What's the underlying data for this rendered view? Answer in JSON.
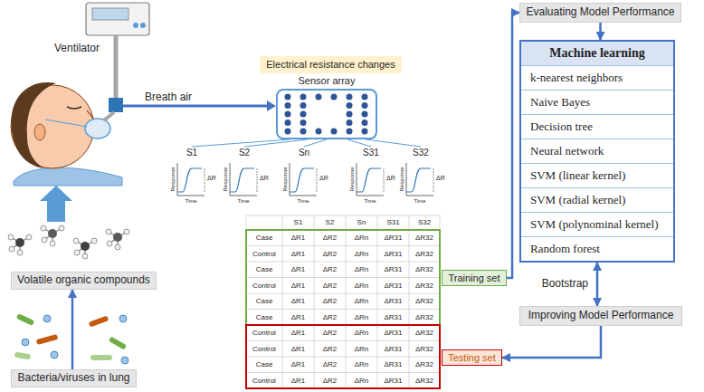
{
  "diagram": {
    "nodes": [
      {
        "text": [
          "Electrical resistance changes"
        ]
      },
      {
        "text": [
          "Sensor array"
        ]
      },
      {
        "text": [
          "Training set"
        ]
      },
      {
        "text": [
          "Testing set"
        ]
      },
      {
        "text": [
          "Evaluating Model Performance"
        ]
      },
      {
        "text": [
          "Machine learning",
          "k-nearest neighbors",
          "Naive Bayes",
          "Decision tree",
          "Neural network",
          "SVM (linear kernel)",
          "SVM (radial kernel)",
          "SVM (polynominal kernel)",
          "Random forest"
        ]
      },
      {
        "text": [
          "Improving Model Performance"
        ]
      },
      {
        "text": [
          "Volatile organic compounds"
        ]
      },
      {
        "text": [
          "Bacteria/viruses in lung"
        ]
      }
    ],
    "edges": [
      {
        "from": 2,
        "to": 4,
        "arrow": "to"
      },
      {
        "from": 4,
        "to": 5,
        "arrow": "to"
      },
      {
        "from": 5,
        "to": 6,
        "arrow": "both",
        "label": "Bootstrap"
      },
      {
        "from": 6,
        "to": 3,
        "arrow": "to"
      },
      {
        "from": 8,
        "to": 7,
        "arrow": "to"
      }
    ],
    "labels": [
      "Ventilator",
      "Breath air",
      "S1",
      "S2",
      "Sn",
      "S31",
      "S32",
      "Response",
      "Time",
      "ΔR",
      "Response",
      "Time",
      "ΔR",
      "Response",
      "Time",
      "ΔR",
      "Response",
      "Time",
      "ΔR",
      "Response",
      "Time",
      "ΔR",
      "S1",
      "S2",
      "Sn",
      "S31",
      "S32",
      "Case",
      "ΔR1",
      "ΔR2",
      "ΔRn",
      "ΔR31",
      "ΔR32",
      "Control",
      "ΔR1",
      "ΔR2",
      "ΔRn",
      "ΔR31",
      "ΔR32",
      "Case",
      "ΔR1",
      "ΔR2",
      "ΔRn",
      "ΔR31",
      "ΔR32",
      "Control",
      "ΔR1",
      "ΔR2",
      "ΔRn",
      "ΔR31",
      "ΔR32",
      "Case",
      "ΔR1",
      "ΔR2",
      "ΔRn",
      "ΔR31",
      "ΔR32",
      "Case",
      "ΔR1",
      "ΔR2",
      "ΔRn",
      "ΔR31",
      "ΔR32",
      "Control",
      "ΔR1",
      "ΔR2",
      "ΔRn",
      "ΔR31",
      "ΔR32",
      "Control",
      "ΔR1",
      "ΔR2",
      "ΔRn",
      "ΔR31",
      "ΔR32",
      "Case",
      "ΔR1",
      "ΔR2",
      "ΔRn",
      "ΔR31",
      "ΔR32",
      "Control",
      "ΔR1",
      "ΔR2",
      "ΔRn",
      "ΔR31",
      "ΔR32"
    ]
  }
}
